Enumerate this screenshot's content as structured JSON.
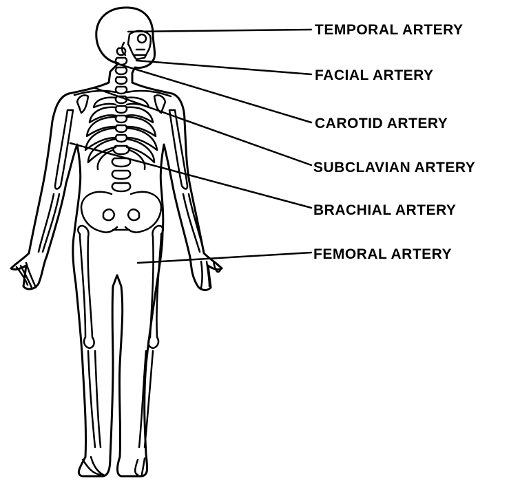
{
  "labels": {
    "temporal": "TEMPORAL ARTERY",
    "facial": "FACIAL ARTERY",
    "carotid": "CAROTID ARTERY",
    "subclavian": "SUBCLAVIAN ARTERY",
    "brachial": "BRACHIAL ARTERY",
    "femoral": "FEMORAL ARTERY"
  },
  "colors": {
    "ink": "#000000",
    "paper": "#ffffff"
  }
}
